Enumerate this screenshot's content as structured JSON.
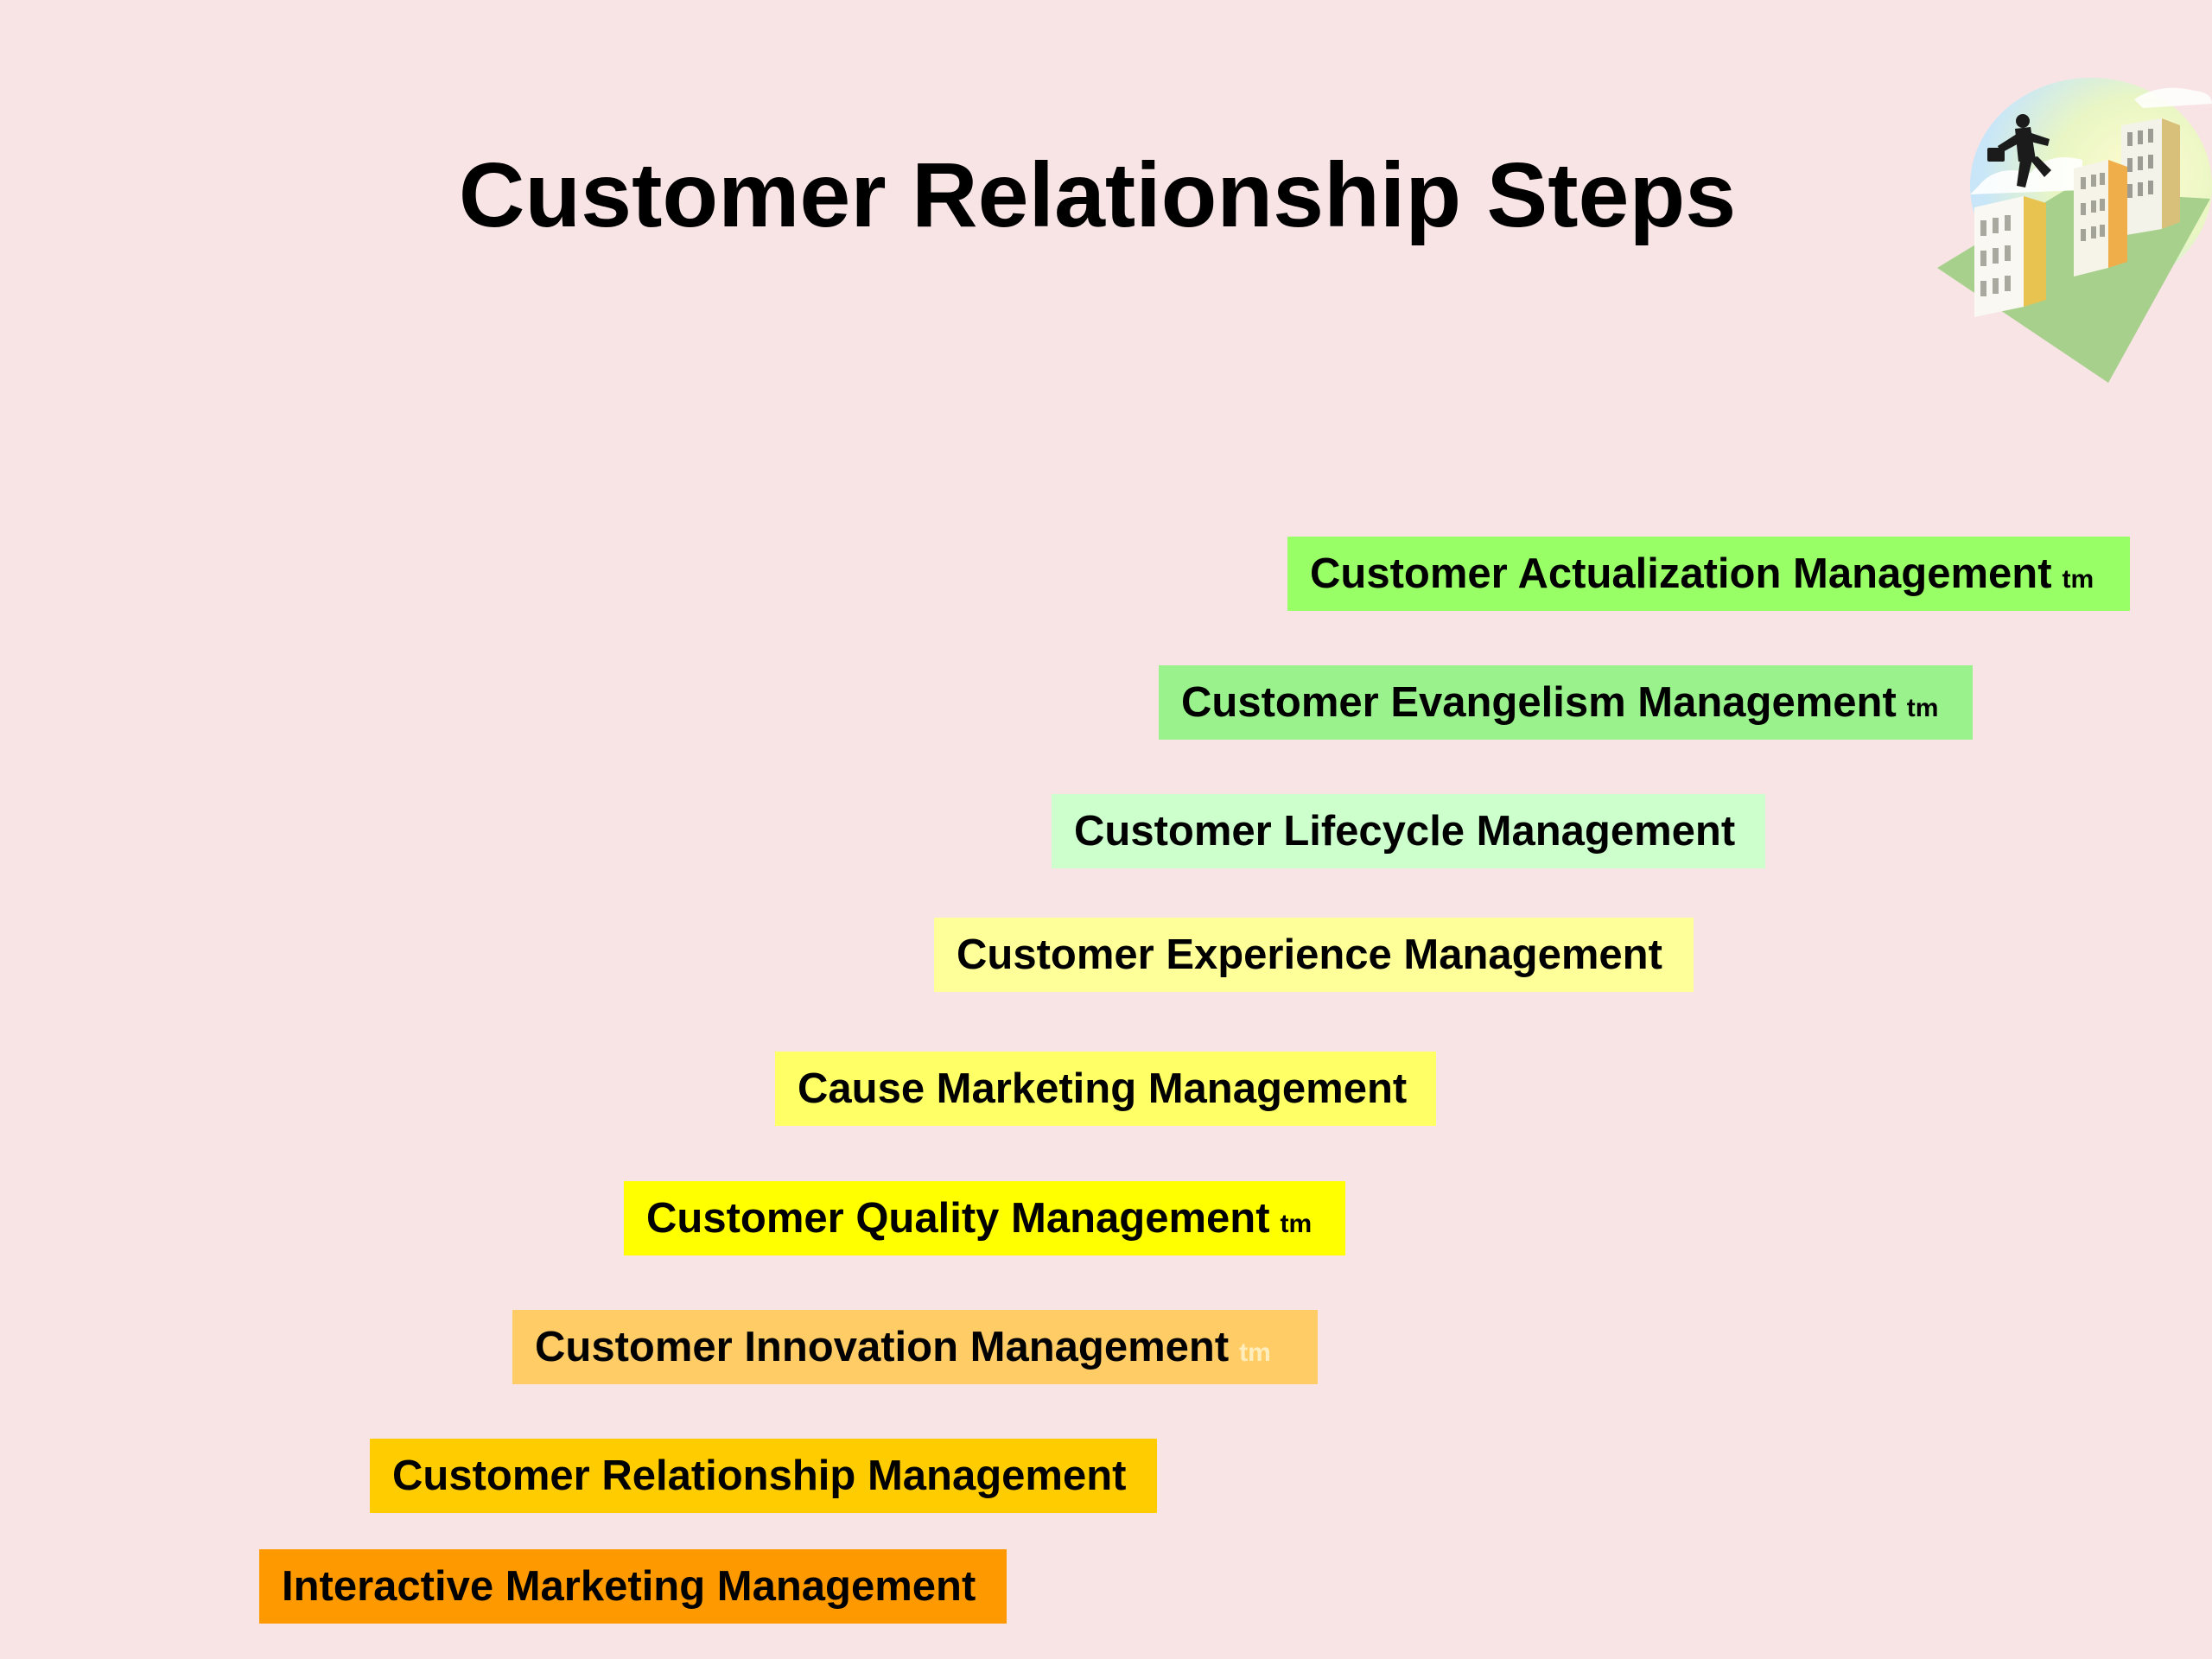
{
  "slide": {
    "title": "Customer Relationship Steps",
    "background_color": "#f8e4e5"
  },
  "steps": [
    {
      "label": "Customer Actualization Management",
      "tm": "tm",
      "color": "#99ff66"
    },
    {
      "label": "Customer Evangelism Management",
      "tm": "tm",
      "color": "#99f28c"
    },
    {
      "label": "Customer Lifecycle Management",
      "tm": "",
      "color": "#ccffcc"
    },
    {
      "label": "Customer Experience Management",
      "tm": "",
      "color": "#ffff99"
    },
    {
      "label": "Cause Marketing Management",
      "tm": "",
      "color": "#ffff66"
    },
    {
      "label": "Customer Quality Management",
      "tm": "tm",
      "color": "#ffff00"
    },
    {
      "label": "Customer Innovation  Management",
      "tm": "tm",
      "color": "#ffcc66"
    },
    {
      "label": "Customer Relationship Management",
      "tm": "",
      "color": "#ffcc00"
    },
    {
      "label": "Interactive Marketing Management",
      "tm": "",
      "color": "#ff9900"
    }
  ],
  "clipart": {
    "icon": "businessman-running-on-buildings-icon"
  }
}
